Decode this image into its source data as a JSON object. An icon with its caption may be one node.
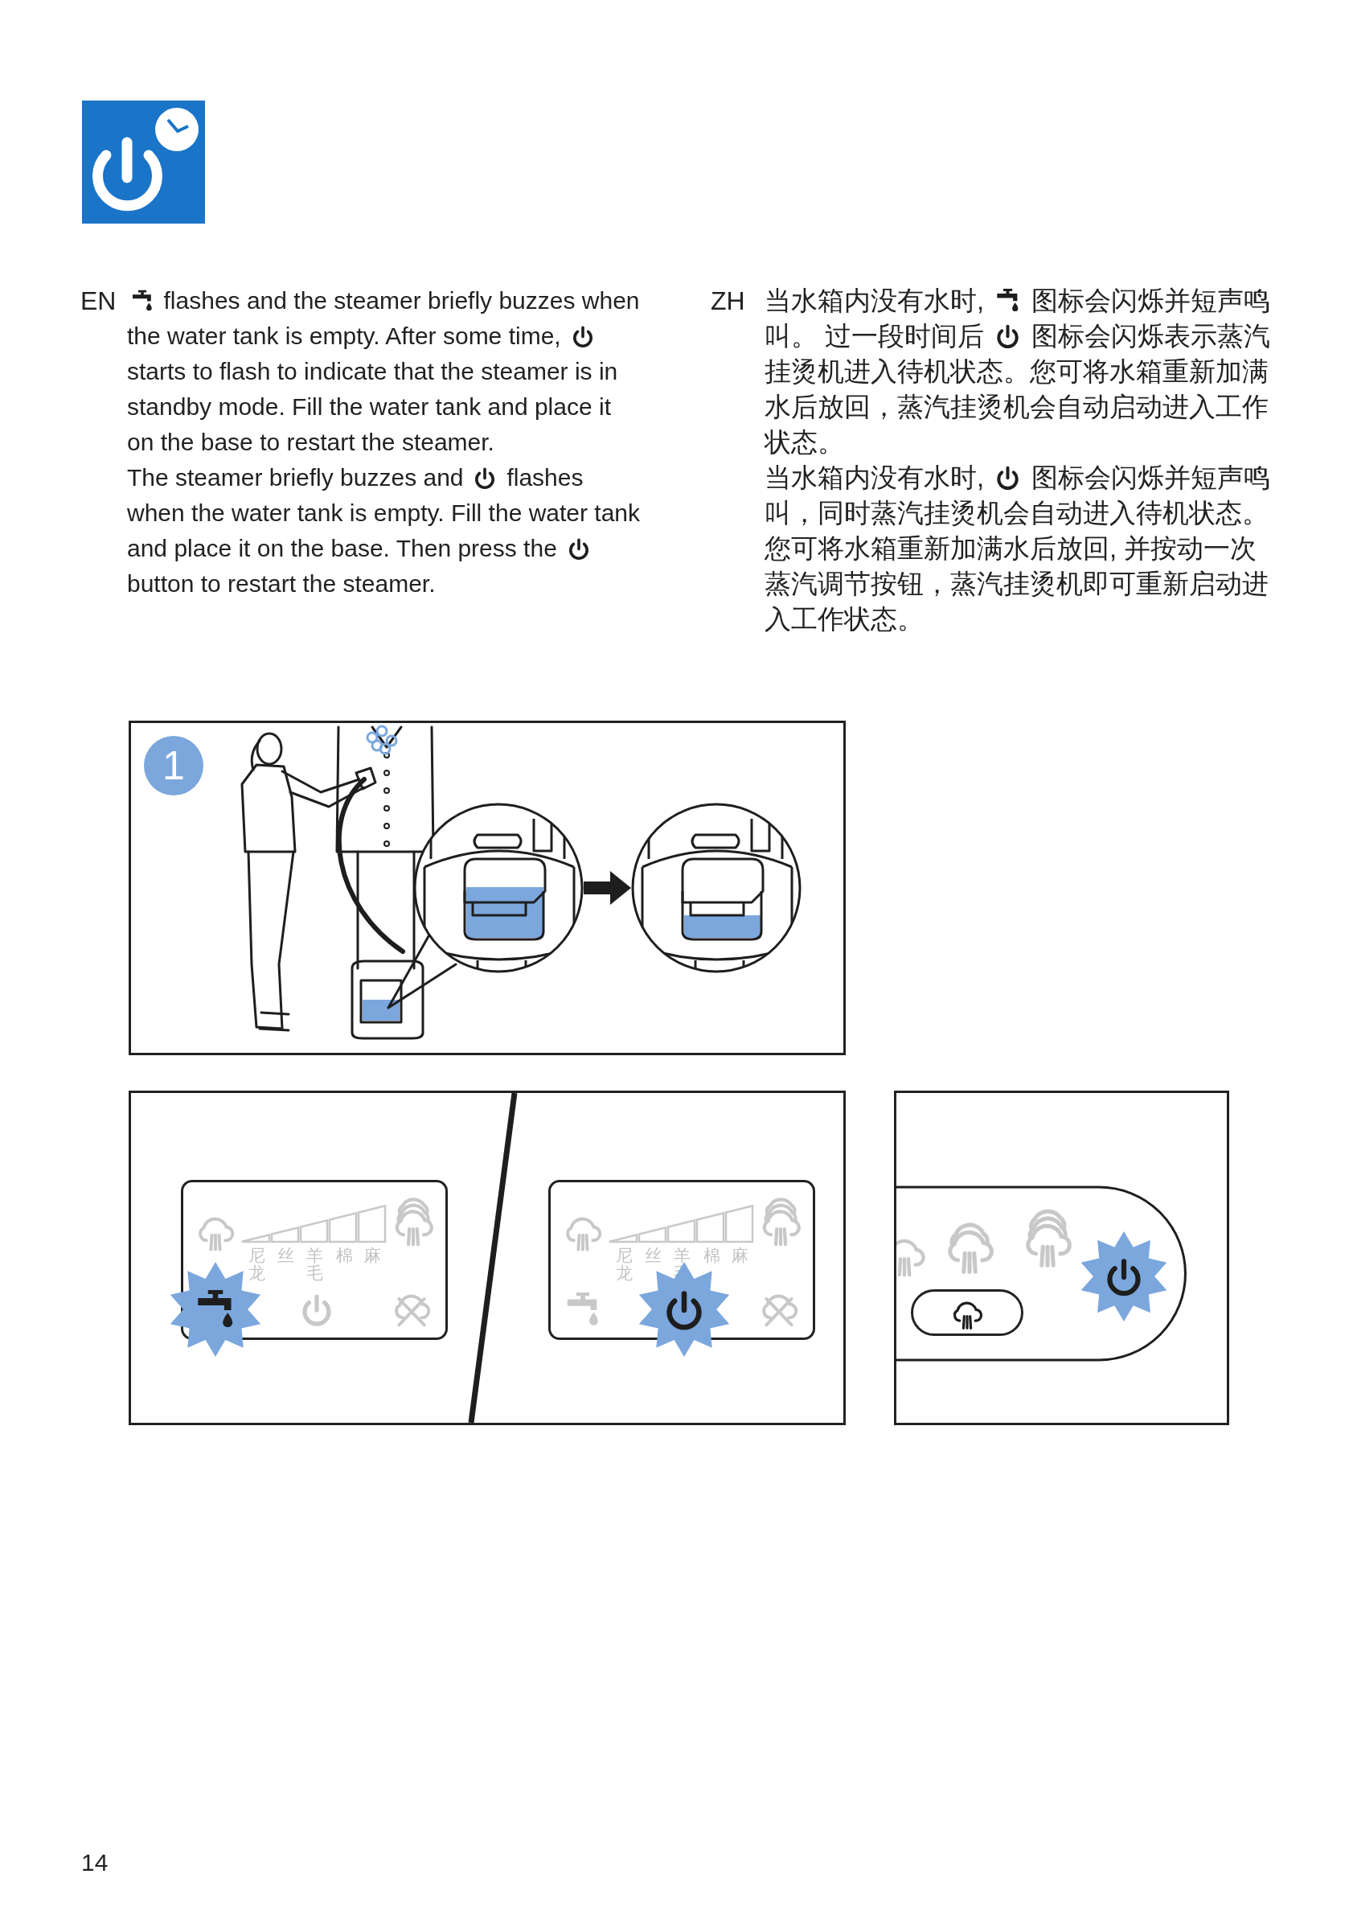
{
  "diagram": {
    "nodes": [
      {
        "text": [],
        "shape": "circle"
      },
      {
        "text": [],
        "shape": "circle"
      }
    ],
    "edges": [
      {
        "from": 0,
        "to": 1,
        "arrow": "to"
      }
    ],
    "labels": [
      "EN",
      "flashes and the steamer briefly buzzes when the water tank is empty. After some time,",
      "starts to flash to indicate that the steamer is in standby mode. Fill the water tank and place it on the base to restart the steamer.",
      "The steamer briefly buzzes and",
      "flashes when the water tank is empty. Fill the water tank and place it on the base. Then press the",
      "button to restart the steamer.",
      "ZH",
      "当水箱内没有水时,",
      "图标会闪烁并短声鸣叫。 过一段时间后",
      "图标会闪烁表示蒸汽挂烫机进入待机状态。您可将水箱重新加满水后放回，蒸汽挂烫机会自动启动进入工作状态。",
      "当水箱内没有水时,",
      "图标会闪烁并短声鸣叫，同时蒸汽挂烫机会自动进入待机状态。您可将水箱重新加满水后放回, 并按动一次蒸汽调节按钮，蒸汽挂烫机即可重新启动进入工作状态。",
      "1",
      "尼龙",
      "丝",
      "羊毛",
      "棉",
      "麻",
      "尼龙",
      "丝",
      "羊毛",
      "棉",
      "麻",
      "14"
    ]
  }
}
